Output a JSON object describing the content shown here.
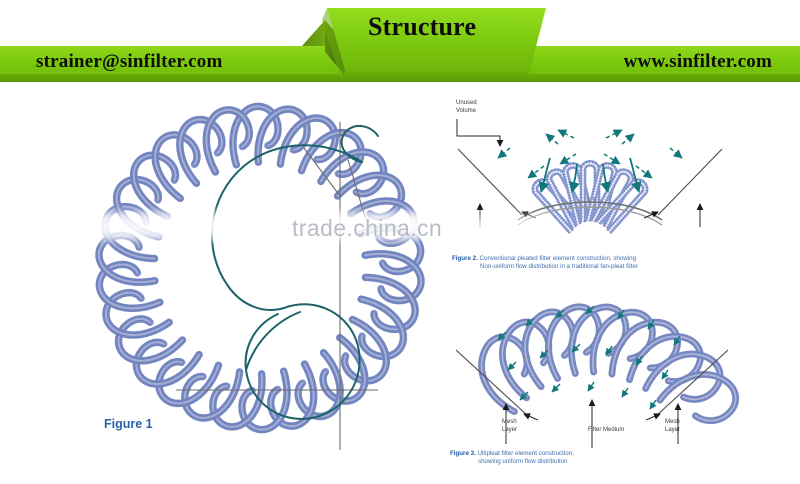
{
  "header": {
    "title": "Structure",
    "email": "strainer@sinfilter.com",
    "website": "www.sinfilter.com",
    "banner_color": "#7ac70c",
    "banner_color_dark": "#5e9a08",
    "banner_fold_color": "#4e7a10",
    "title_color": "#0d0d0d"
  },
  "watermark": {
    "text": "trade.china.cn",
    "color": "#b9bcc4"
  },
  "figure1": {
    "label": "Figure 1",
    "label_color": "#2b5fa8",
    "pleat_color": "#8e9fd6",
    "construction_line_color": "#1b6269",
    "axis_color": "#6b6b6b"
  },
  "figure2": {
    "caption_prefix": "Figure 2.",
    "caption_line1": "Conventional pleated filter element construction, showing",
    "caption_line2": "Non-uniform flow distribution in a traditional fan-pleat filter",
    "unused_volume_label": "Unused\nVolume",
    "unused_volume_line1": "Unused",
    "unused_volume_line2": "Volume",
    "pleat_color": "#8e9fd6",
    "arrow_color": "#11777b",
    "caption_color": "#3f6fae"
  },
  "figure3": {
    "caption_prefix": "Figure 3.",
    "caption_line1": "Ultipleat filter element construction,",
    "caption_line2": "showing uniform flow distribution",
    "labels": [
      {
        "line1": "Mesh",
        "line2": "Layer"
      },
      {
        "line1": "Filter Medium",
        "line2": ""
      },
      {
        "line1": "Mesh",
        "line2": "Layer"
      }
    ],
    "pleat_color": "#8e9fd6",
    "arrow_color": "#11777b",
    "caption_color": "#3f6fae"
  }
}
